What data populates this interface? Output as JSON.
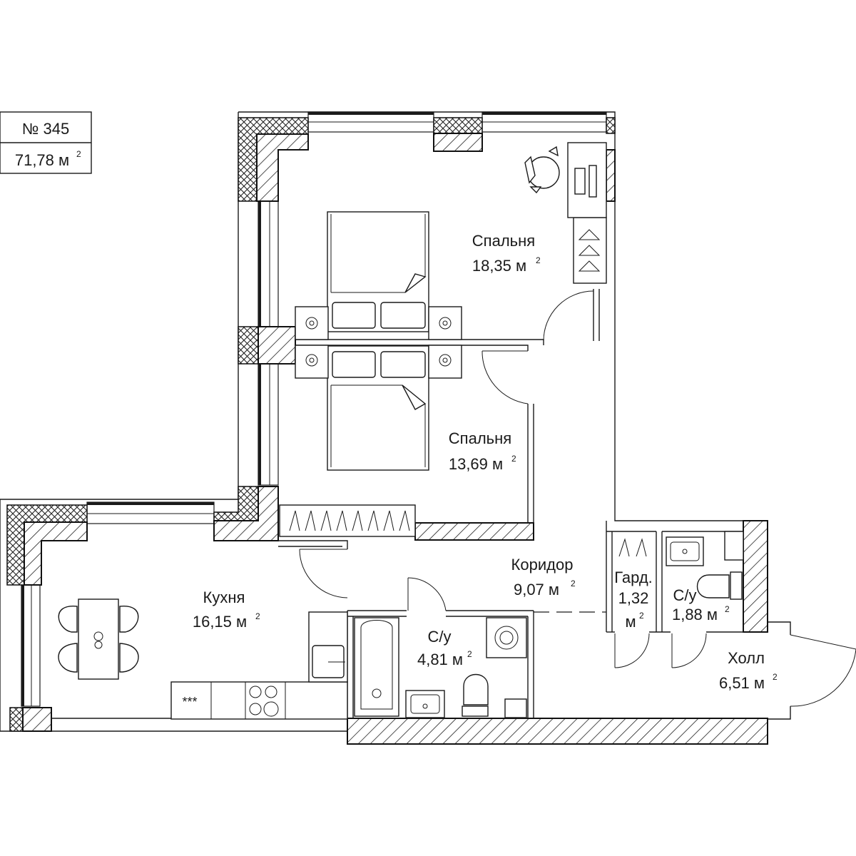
{
  "apartment": {
    "number": "№ 345",
    "total_area": "71,78 м",
    "area_unit_sup": "2"
  },
  "rooms": [
    {
      "id": "bedroom-1",
      "name": "Спальня",
      "area": "18,35 м",
      "sup": "2"
    },
    {
      "id": "bedroom-2",
      "name": "Спальня",
      "area": "13,69 м",
      "sup": "2"
    },
    {
      "id": "corridor",
      "name": "Коридор",
      "area": "9,07 м",
      "sup": "2"
    },
    {
      "id": "kitchen",
      "name": "Кухня",
      "area": "16,15 м",
      "sup": "2"
    },
    {
      "id": "bathroom-main",
      "name": "С/у",
      "area": "4,81 м",
      "sup": "2"
    },
    {
      "id": "wardrobe",
      "name": "Гард.",
      "area": "1,32",
      "area_line2": "м",
      "sup": "2"
    },
    {
      "id": "bathroom-small",
      "name": "С/у",
      "area": "1,88 м",
      "sup": "2"
    },
    {
      "id": "hall",
      "name": "Холл",
      "area": "6,51 м",
      "sup": "2"
    }
  ],
  "fixtures": {
    "cooktop_mark": "***"
  }
}
